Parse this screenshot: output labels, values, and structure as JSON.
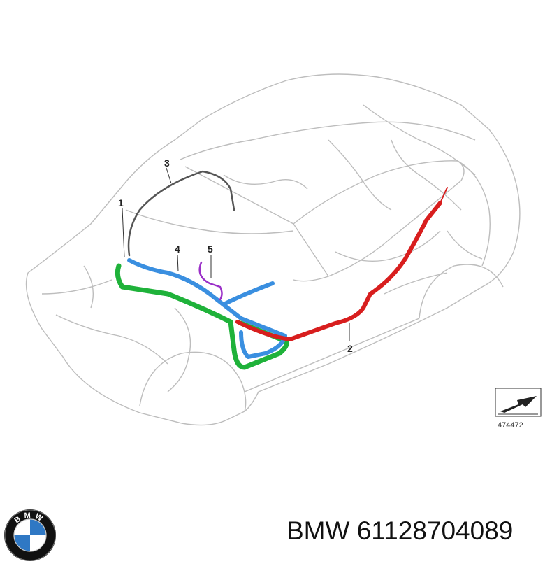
{
  "callouts": [
    "1",
    "2",
    "3",
    "4",
    "5"
  ],
  "reference_number": "474472",
  "part": {
    "brand": "BMW",
    "number": "61128704089"
  },
  "logo": {
    "letters": "BMW"
  },
  "colors": {
    "harness_green": "#1fb23a",
    "harness_blue": "#3a8fe0",
    "harness_red": "#d81e1e",
    "harness_purple": "#9b30c8",
    "harness_gray": "#555555",
    "body_outline": "#bdbdbd",
    "logo_blue": "#2f78c4"
  }
}
